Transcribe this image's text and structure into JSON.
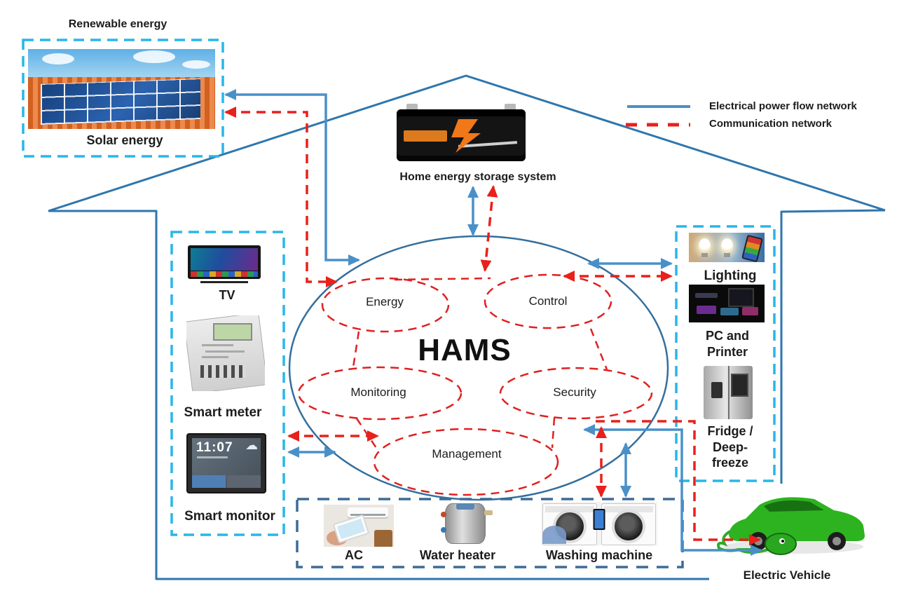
{
  "diagram": {
    "hams_title": "HAMS",
    "renewable_label": "Renewable energy",
    "solar_label": "Solar energy",
    "storage_label": "Home energy storage system",
    "ev_label": "Electric Vehicle",
    "legend": [
      {
        "label": "Electrical power flow network",
        "style": "solid",
        "color": "#4a90c8"
      },
      {
        "label": "Communication network",
        "style": "dashed",
        "color": "#e8211a"
      }
    ],
    "subsystems": [
      {
        "label": "Energy"
      },
      {
        "label": "Control"
      },
      {
        "label": "Monitoring"
      },
      {
        "label": "Security"
      },
      {
        "label": "Management"
      }
    ],
    "left_devices": [
      {
        "label": "TV"
      },
      {
        "label": "Smart meter"
      },
      {
        "label": "Smart monitor",
        "display_time": "11:07"
      }
    ],
    "right_devices": [
      {
        "label": "Lighting"
      },
      {
        "label": "PC and Printer"
      },
      {
        "label": "Fridge / Deep-freeze"
      }
    ],
    "bottom_devices": [
      {
        "label": "AC"
      },
      {
        "label": "Water heater"
      },
      {
        "label": "Washing machine"
      }
    ],
    "colors": {
      "power_line": "#4a90c8",
      "comm_line": "#e8211a",
      "house_outline": "#2e76ad",
      "device_box": "#29b6e8",
      "appliance_box": "#3d6b96"
    }
  }
}
